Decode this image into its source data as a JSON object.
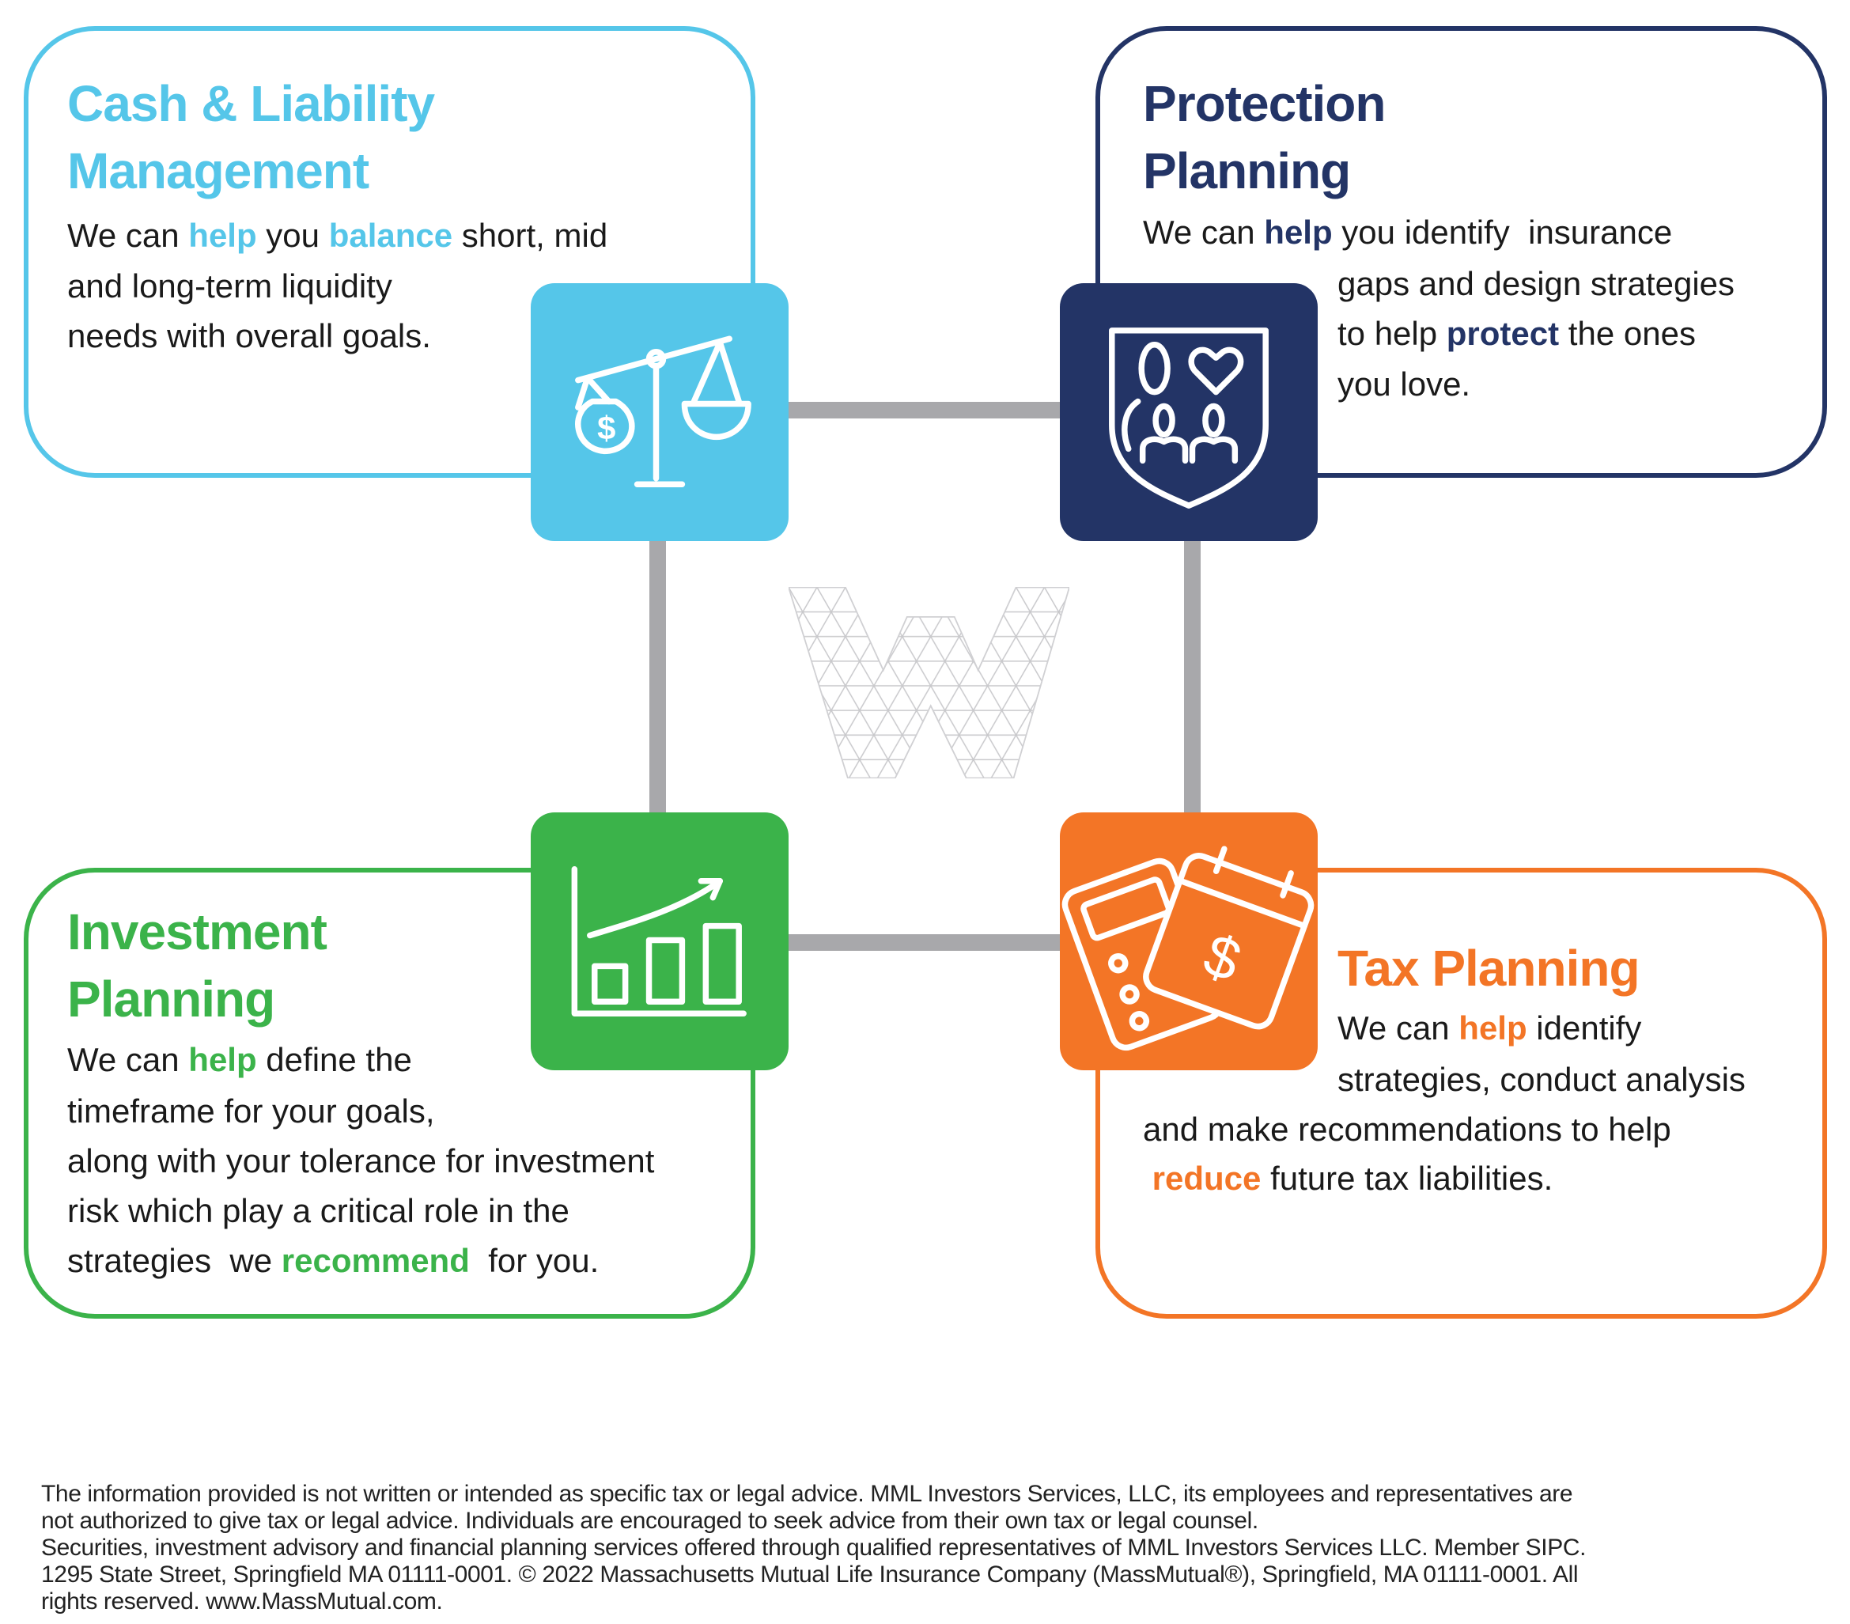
{
  "cards": {
    "cash": {
      "color": "#55c6e9",
      "title": [
        "Cash & Liability",
        "Management"
      ],
      "body": [
        [
          {
            "t": "We can "
          },
          {
            "t": "help",
            "b": true
          },
          {
            "t": " you "
          },
          {
            "t": "balance",
            "b": true
          },
          {
            "t": " short, mid"
          }
        ],
        [
          {
            "t": "and long-term liquidity"
          }
        ],
        [
          {
            "t": "needs with overall goals."
          }
        ]
      ],
      "icon": "balance-scale-icon"
    },
    "protection": {
      "color": "#233466",
      "title": [
        "Protection",
        "Planning"
      ],
      "body": [
        [
          {
            "t": "We can "
          },
          {
            "t": "help",
            "b": true
          },
          {
            "t": " you identify  insurance"
          }
        ],
        [
          {
            "t": "gaps and design strategies"
          }
        ],
        [
          {
            "t": "to help "
          },
          {
            "t": "protect",
            "b": true
          },
          {
            "t": " the ones"
          }
        ],
        [
          {
            "t": "you love."
          }
        ]
      ],
      "icon": "family-shield-icon"
    },
    "investment": {
      "color": "#3bb34a",
      "title": [
        "Investment",
        "Planning"
      ],
      "body": [
        [
          {
            "t": "We can "
          },
          {
            "t": "help",
            "b": true
          },
          {
            "t": " define the"
          }
        ],
        [
          {
            "t": "timeframe for your goals,"
          }
        ],
        [
          {
            "t": "along with your tolerance for investment"
          }
        ],
        [
          {
            "t": "risk which play a critical role in the"
          }
        ],
        [
          {
            "t": "strategies  we "
          },
          {
            "t": "recommend",
            "b": true
          },
          {
            "t": "  for you."
          }
        ]
      ],
      "icon": "growth-chart-icon"
    },
    "tax": {
      "color": "#f37526",
      "title": [
        "Tax Planning"
      ],
      "body": [
        [
          {
            "t": "We can "
          },
          {
            "t": "help",
            "b": true
          },
          {
            "t": " identify"
          }
        ],
        [
          {
            "t": "strategies, conduct analysis"
          }
        ],
        [
          {
            "t": "and make recommendations to help"
          }
        ],
        [
          {
            "t": " "
          },
          {
            "t": "reduce",
            "b": true
          },
          {
            "t": " future tax liabilities."
          }
        ]
      ],
      "icon": "calculator-calendar-icon"
    }
  },
  "connector_color": "#a8a8ab",
  "watermark_icon": "triangle-w-logo-icon",
  "footer": [
    "The information provided is not written or intended as specific tax or legal advice. MML Investors Services, LLC, its employees and representatives are",
    "not authorized to give tax or legal advice. Individuals are encouraged to seek advice from their own tax or legal counsel.",
    "Securities, investment advisory and financial planning services offered through qualified representatives of MML Investors Services LLC. Member SIPC.",
    "1295 State Street, Springfield MA 01111-0001. © 2022 Massachusetts Mutual Life Insurance Company (MassMutual®), Springfield, MA 01111-0001. All",
    "rights reserved. www.MassMutual.com."
  ]
}
